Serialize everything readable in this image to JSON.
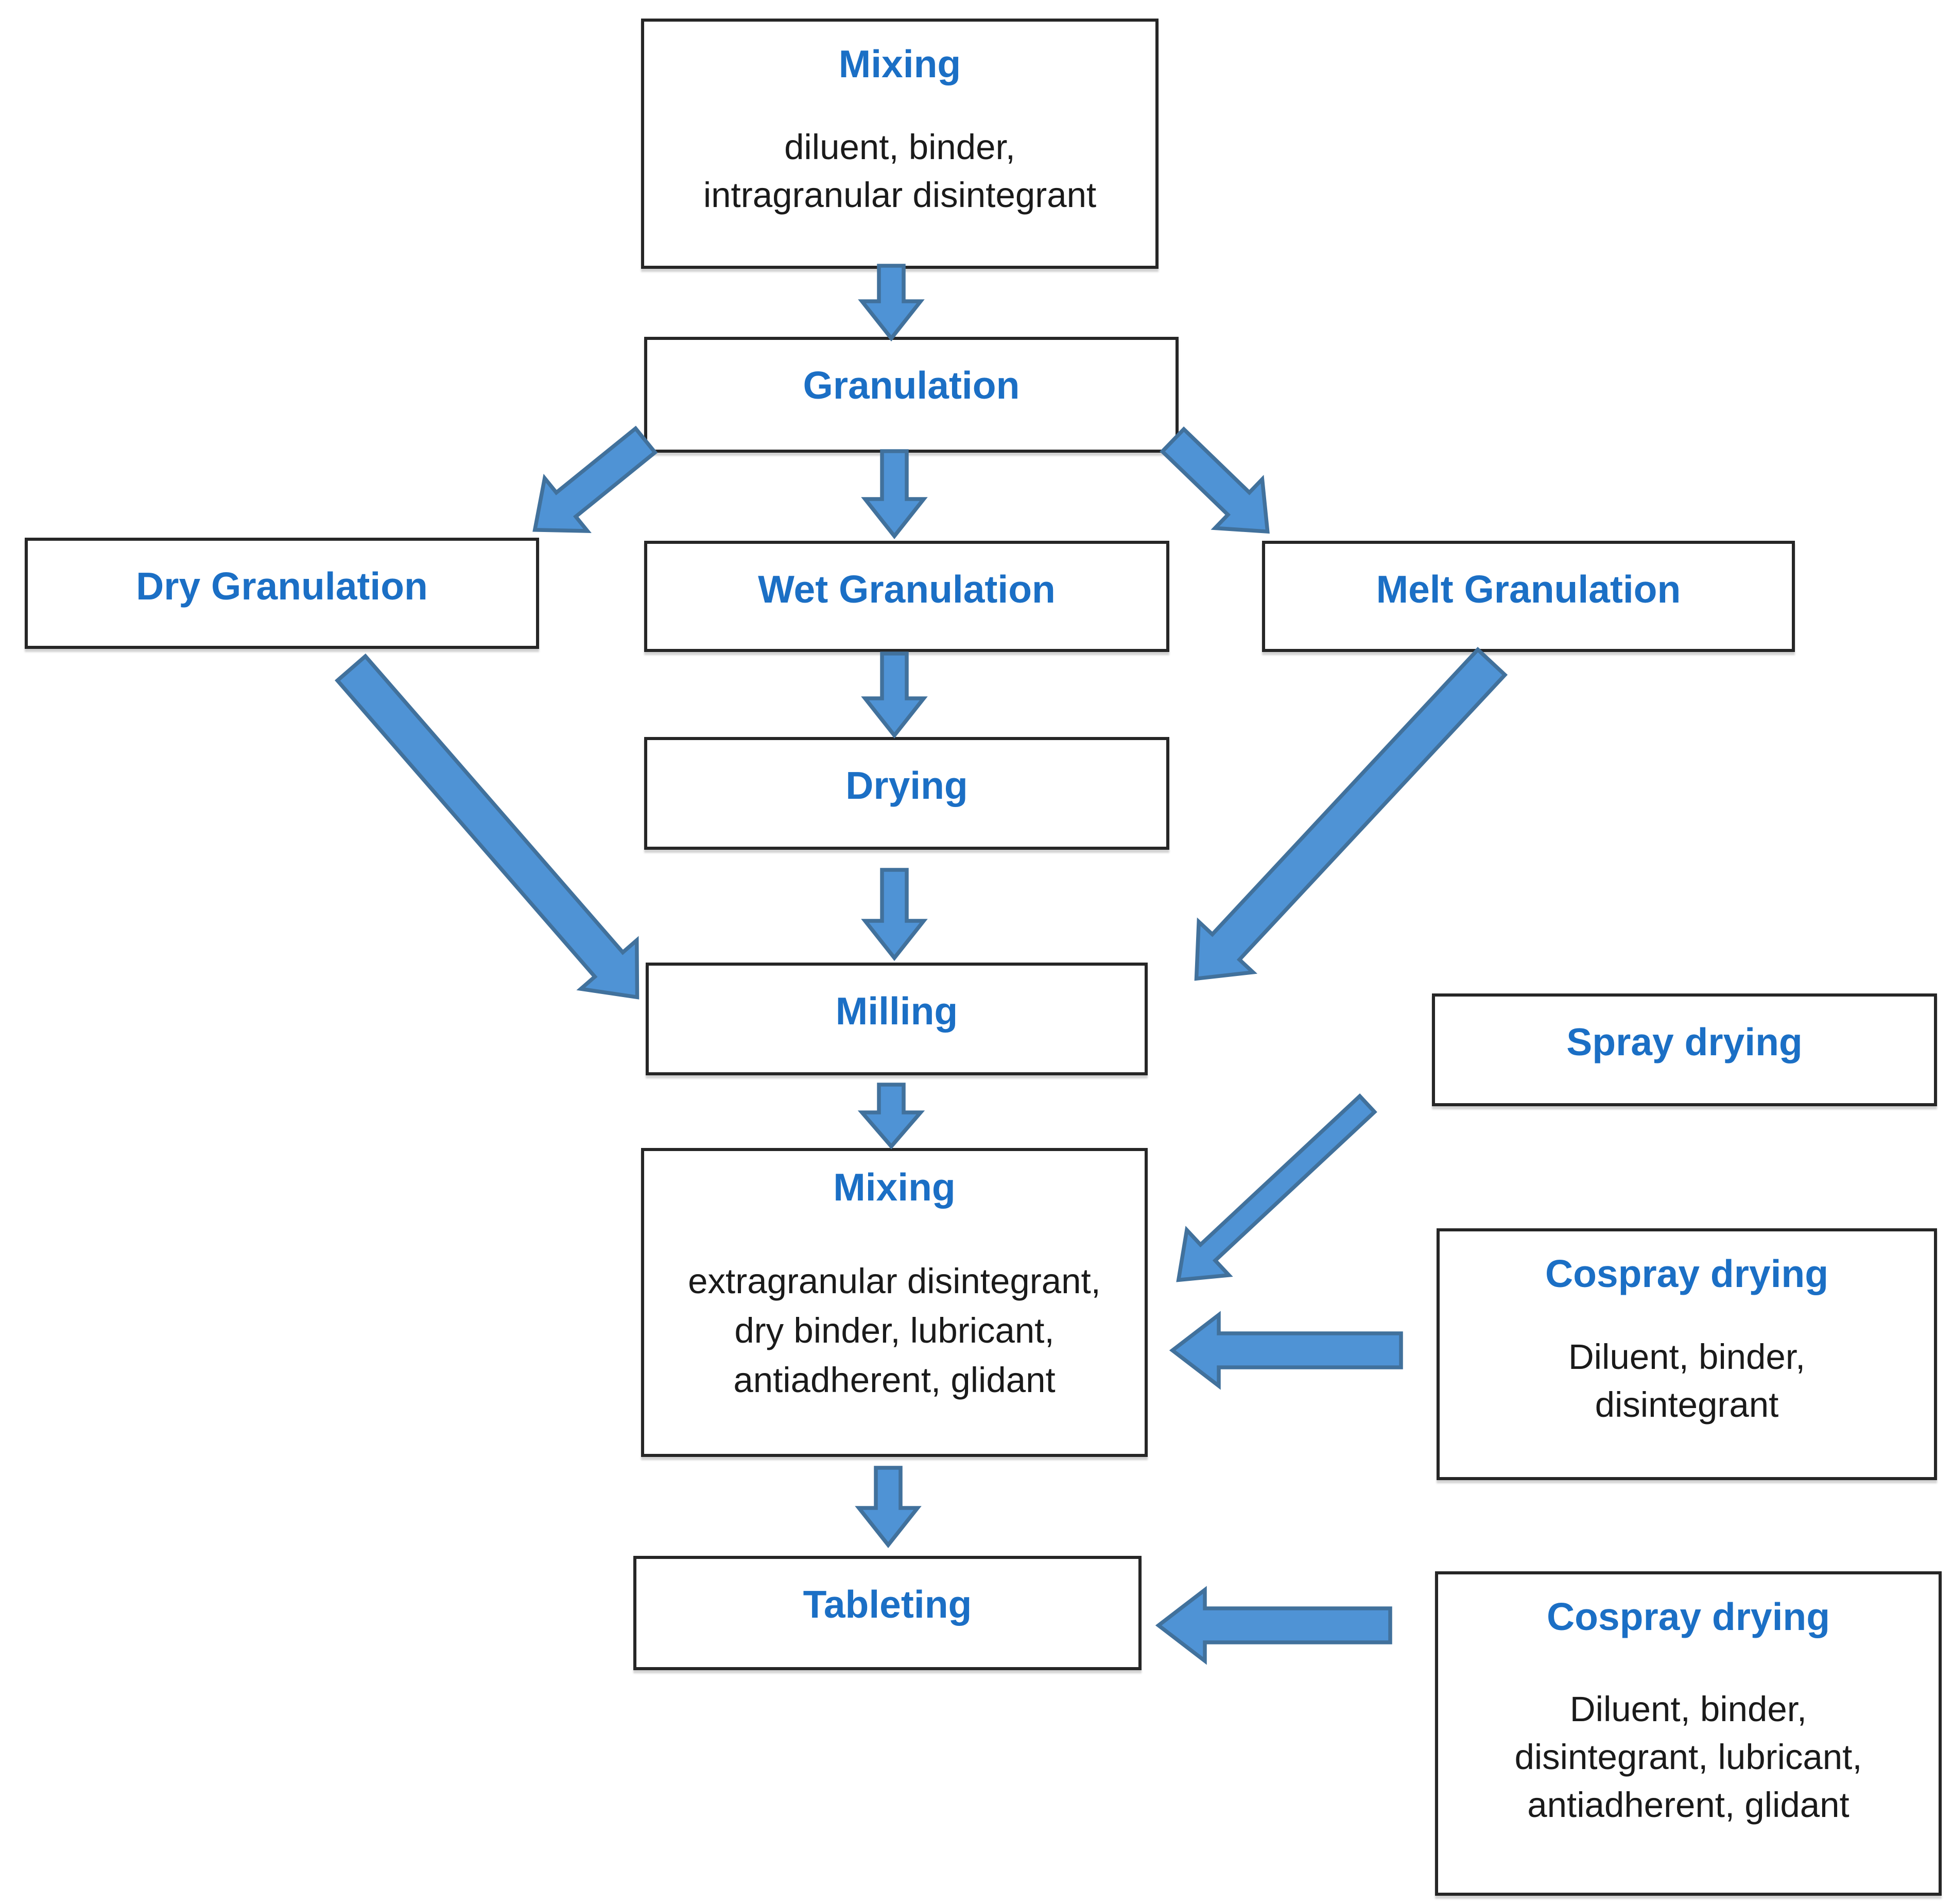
{
  "figure": {
    "type": "flowchart",
    "subject": "tablet manufacturing process",
    "colors": {
      "heading_text": "#1B6FC5",
      "body_text": "#1A1A1A",
      "box_border": "#262626",
      "box_fill": "#FFFFFF",
      "arrow_fill": "#4F93D5",
      "arrow_outline": "#41719C",
      "background": "#FFFFFF"
    },
    "nodes": {
      "mixing_initial": {
        "title": "Mixing",
        "body": "diluent, binder,\nintragranular disintegrant"
      },
      "granulation": {
        "title": "Granulation"
      },
      "dry_granulation": {
        "title": "Dry Granulation"
      },
      "wet_granulation": {
        "title": "Wet Granulation"
      },
      "melt_granulation": {
        "title": "Melt Granulation"
      },
      "drying": {
        "title": "Drying"
      },
      "milling": {
        "title": "Milling"
      },
      "mixing_final": {
        "title": "Mixing",
        "body": "extragranular disintegrant,\ndry binder, lubricant,\nantiadherent, glidant"
      },
      "tableting": {
        "title": "Tableting"
      },
      "spray_drying": {
        "title": "Spray drying"
      },
      "cospray_drying_to_mixing": {
        "title": "Cospray drying",
        "body": "Diluent, binder,\ndisintegrant"
      },
      "cospray_drying_to_tableting": {
        "title": "Cospray drying",
        "body": "Diluent, binder,\ndisintegrant, lubricant,\nantiadherent, glidant"
      }
    },
    "edges": [
      {
        "from": "mixing_initial",
        "to": "granulation"
      },
      {
        "from": "granulation",
        "to": "dry_granulation"
      },
      {
        "from": "granulation",
        "to": "wet_granulation"
      },
      {
        "from": "granulation",
        "to": "melt_granulation"
      },
      {
        "from": "wet_granulation",
        "to": "drying"
      },
      {
        "from": "drying",
        "to": "milling"
      },
      {
        "from": "dry_granulation",
        "to": "milling"
      },
      {
        "from": "melt_granulation",
        "to": "milling"
      },
      {
        "from": "milling",
        "to": "mixing_final"
      },
      {
        "from": "spray_drying",
        "to": "mixing_final"
      },
      {
        "from": "cospray_drying_to_mixing",
        "to": "mixing_final"
      },
      {
        "from": "mixing_final",
        "to": "tableting"
      },
      {
        "from": "cospray_drying_to_tableting",
        "to": "tableting"
      }
    ]
  }
}
